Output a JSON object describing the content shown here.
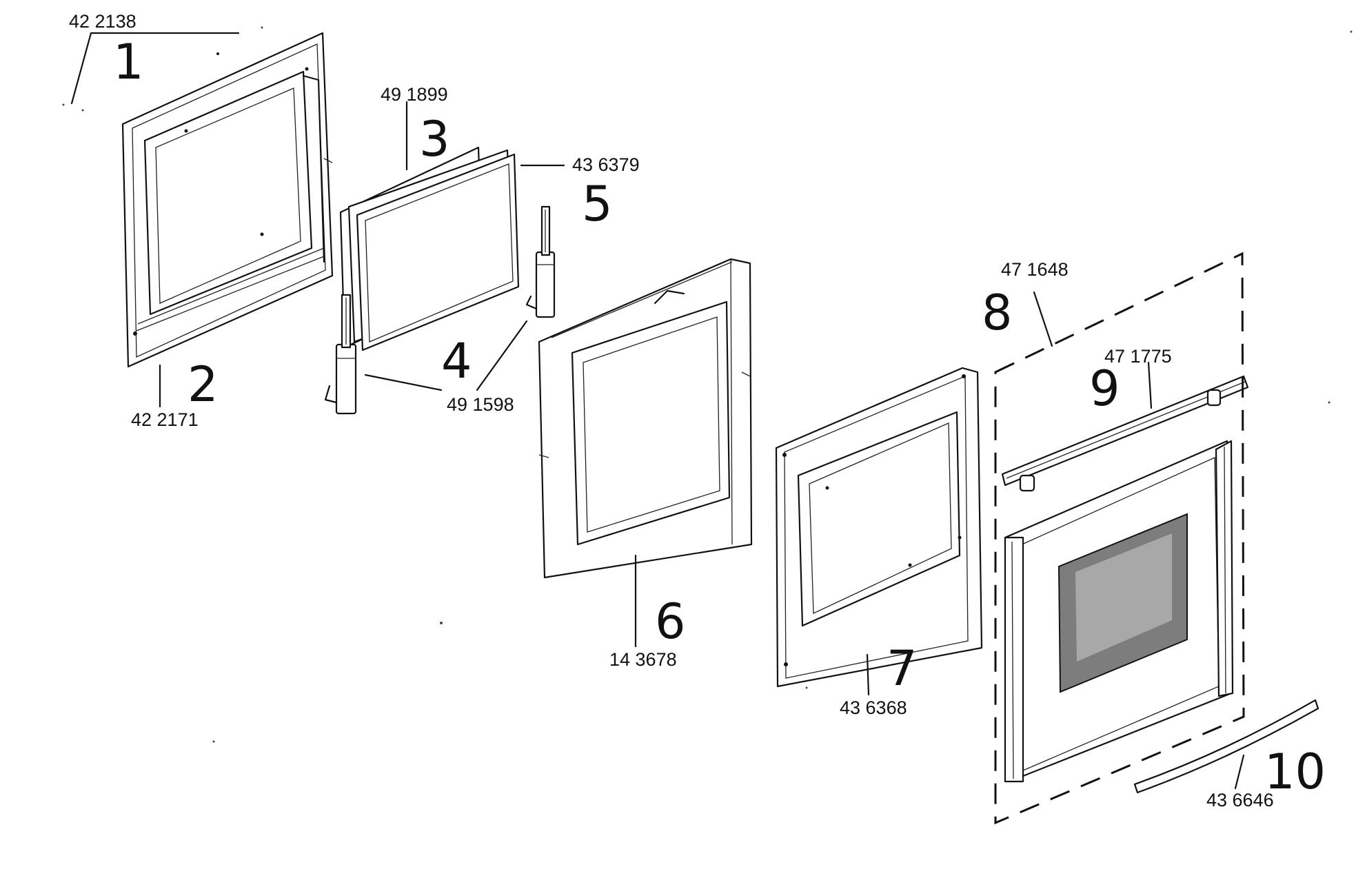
{
  "parts": [
    {
      "ref": "1",
      "part_number": "42 2138"
    },
    {
      "ref": "2",
      "part_number": "42 2171"
    },
    {
      "ref": "3",
      "part_number": "49 1899"
    },
    {
      "ref": "4",
      "part_number": "49 1598"
    },
    {
      "ref": "5",
      "part_number": "43 6379"
    },
    {
      "ref": "6",
      "part_number": "14 3678"
    },
    {
      "ref": "7",
      "part_number": "43 6368"
    },
    {
      "ref": "8",
      "part_number": "47 1648"
    },
    {
      "ref": "9",
      "part_number": "47 1775"
    },
    {
      "ref": "10",
      "part_number": "43 6646"
    }
  ]
}
